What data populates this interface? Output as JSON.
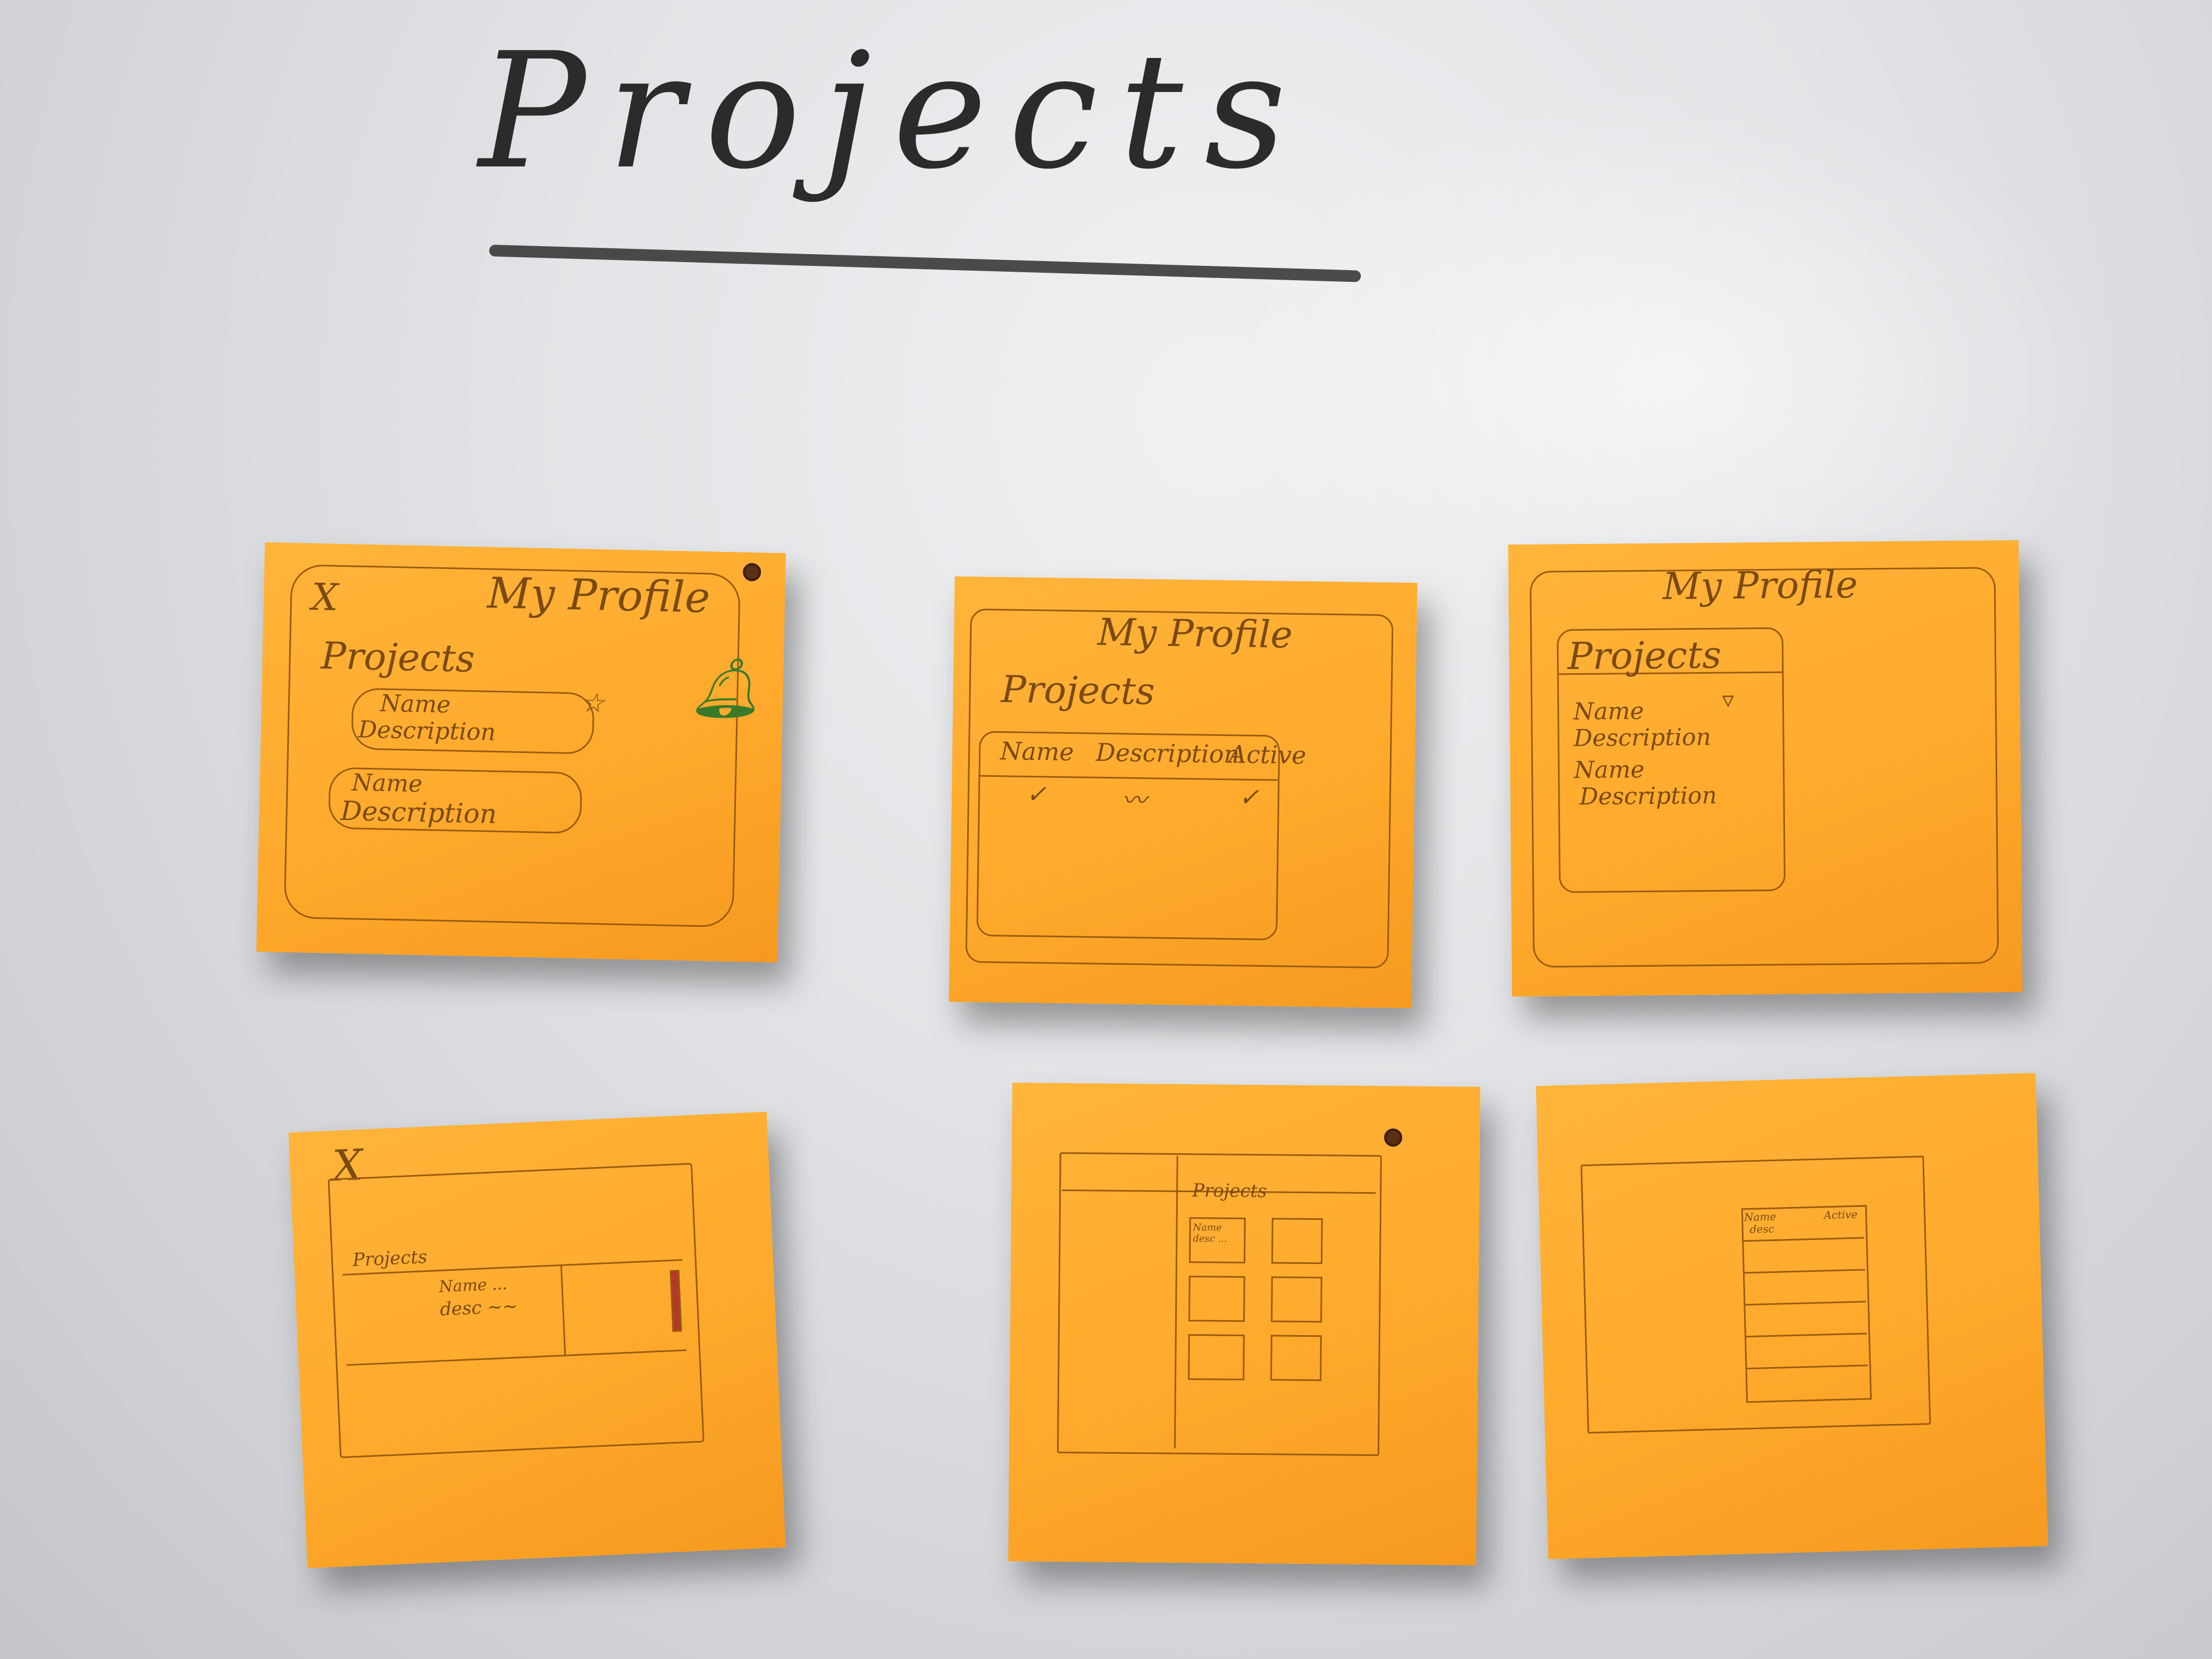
{
  "board": {
    "heading": "Projects"
  },
  "notes": [
    {
      "x_mark": "X",
      "title": "My Profile",
      "section": "Projects",
      "cards": [
        {
          "name": "Name",
          "description": "Description"
        },
        {
          "name": "Name",
          "description": "Description"
        }
      ]
    },
    {
      "title": "My Profile",
      "section": "Projects",
      "columns": [
        "Name",
        "Description",
        "Active"
      ]
    },
    {
      "title": "My Profile",
      "section": "Projects",
      "items": [
        "Name",
        "Description",
        "Name",
        "Description"
      ]
    },
    {
      "x_mark": "X",
      "section": "Projects",
      "row_name": "Name ...",
      "row_desc": "desc ~~"
    },
    {
      "section": "Projects",
      "tile_text": "Name desc ..."
    },
    {
      "header_name": "Name",
      "header_right": "Active",
      "header_desc": "desc"
    }
  ]
}
